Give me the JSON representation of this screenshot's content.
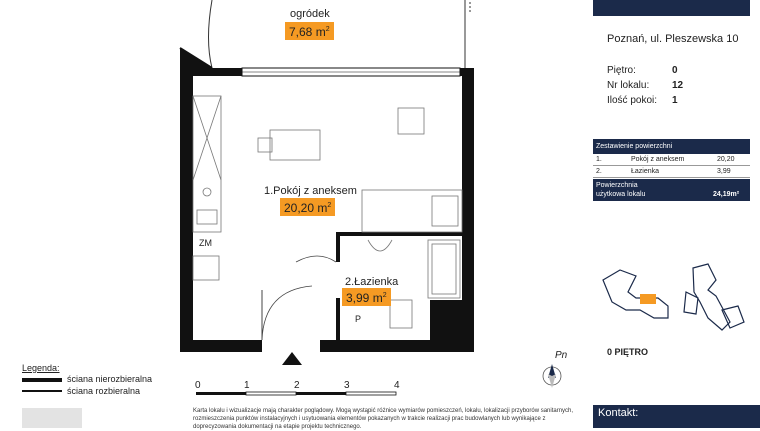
{
  "garden": {
    "label": "ogródek",
    "area": "7,68 m",
    "area_sup": "2"
  },
  "rooms": [
    {
      "label": "1.Pokój z aneksem",
      "area": "20,20 m",
      "area_sup": "2"
    },
    {
      "label": "2.Łazienka",
      "area": "3,99 m",
      "area_sup": "2"
    }
  ],
  "plan_marks": {
    "zm": "ZM",
    "p": "P",
    "north": "Pn"
  },
  "legend": {
    "title": "Legenda:",
    "items": [
      {
        "label": "ściana nierozbieralna"
      },
      {
        "label": "ściana rozbieralna"
      }
    ]
  },
  "scale": {
    "ticks": [
      "0",
      "1",
      "2",
      "3",
      "4"
    ]
  },
  "footer": {
    "text": "Karta lokalu i wizualizacje mają charakter poglądowy. Mogą wystąpić różnice wymiarów pomieszczeń, lokalu, lokalizacji przyborów sanitarnych, rozmieszczenia punktów instalacyjnych i usytuowania elementów pokazanych w trakcie realizacji prac budowlanych lub wynikające z doprecyzowania dokumentacji na etapie projektu technicznego."
  },
  "info": {
    "address": "Poznań, ul. Pleszewska 10",
    "rows": [
      {
        "label": "Piętro:",
        "value": "0"
      },
      {
        "label": "Nr lokalu:",
        "value": "12"
      },
      {
        "label": "Ilość pokoi:",
        "value": "1"
      }
    ]
  },
  "summary": {
    "title": "Zestawienie powierzchni",
    "rows": [
      {
        "num": "1.",
        "name": "Pokój z aneksem",
        "value": "20,20"
      },
      {
        "num": "2.",
        "name": "Łazienka",
        "value": "3,99"
      }
    ],
    "total_label_1": "Powierzchnia",
    "total_label_2": "użytkowa lokalu",
    "total_value": "24,19m²"
  },
  "floor_label": "0 PIĘTRO",
  "contact": {
    "label": "Kontakt:"
  },
  "colors": {
    "navy": "#1b2a4a",
    "orange": "#f59a23",
    "wall": "#111111",
    "key_plan_highlight": "#f59a23"
  }
}
